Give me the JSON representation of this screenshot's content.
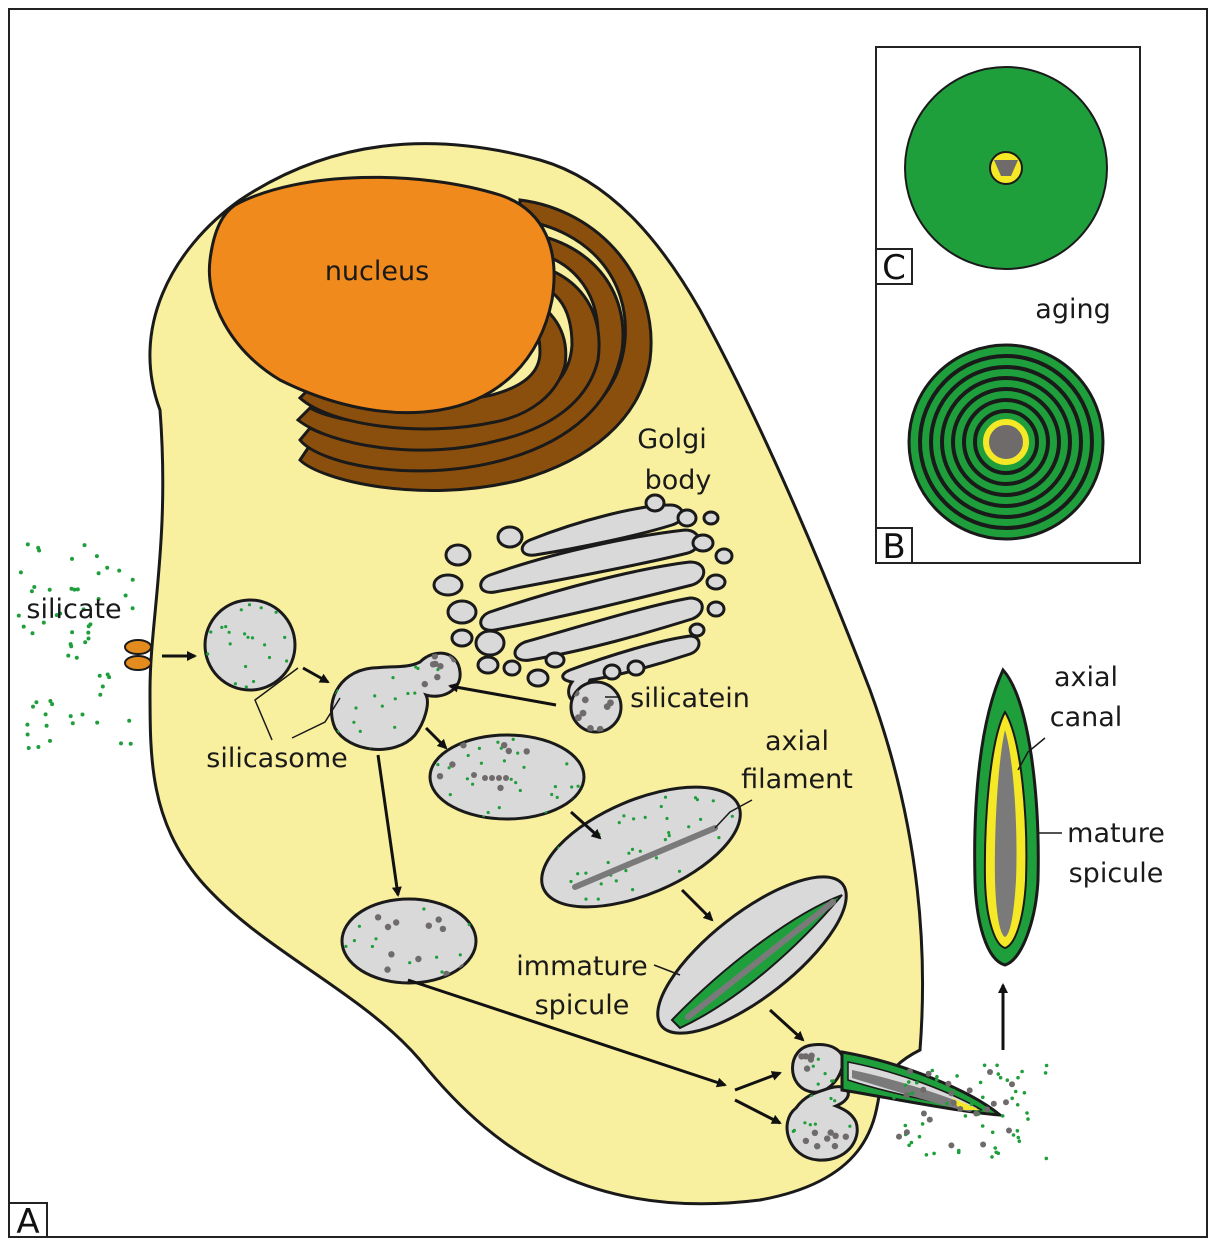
{
  "panels": {
    "a": "A",
    "b": "B",
    "c": "C"
  },
  "labels": {
    "nucleus": "nucleus",
    "golgi_1": "Golgi",
    "golgi_2": "body",
    "silicate": "silicate",
    "silicasome": "silicasome",
    "silicatein": "silicatein",
    "axial_filament_1": "axial",
    "axial_filament_2": "filament",
    "immature_1": "immature",
    "immature_2": "spicule",
    "axial_canal_1": "axial",
    "axial_canal_2": "canal",
    "mature_1": "mature",
    "mature_2": "spicule",
    "aging": "aging"
  },
  "colors": {
    "cytoplasm": "#f8ef9f",
    "nucleus": "#f08a1c",
    "er": "#8b4f0d",
    "vesicle": "#d9d9d9",
    "silica": "#1f9e3c",
    "protein": "#6f6b6b",
    "filament": "#7a7a7a",
    "canal": "#f5e826"
  }
}
